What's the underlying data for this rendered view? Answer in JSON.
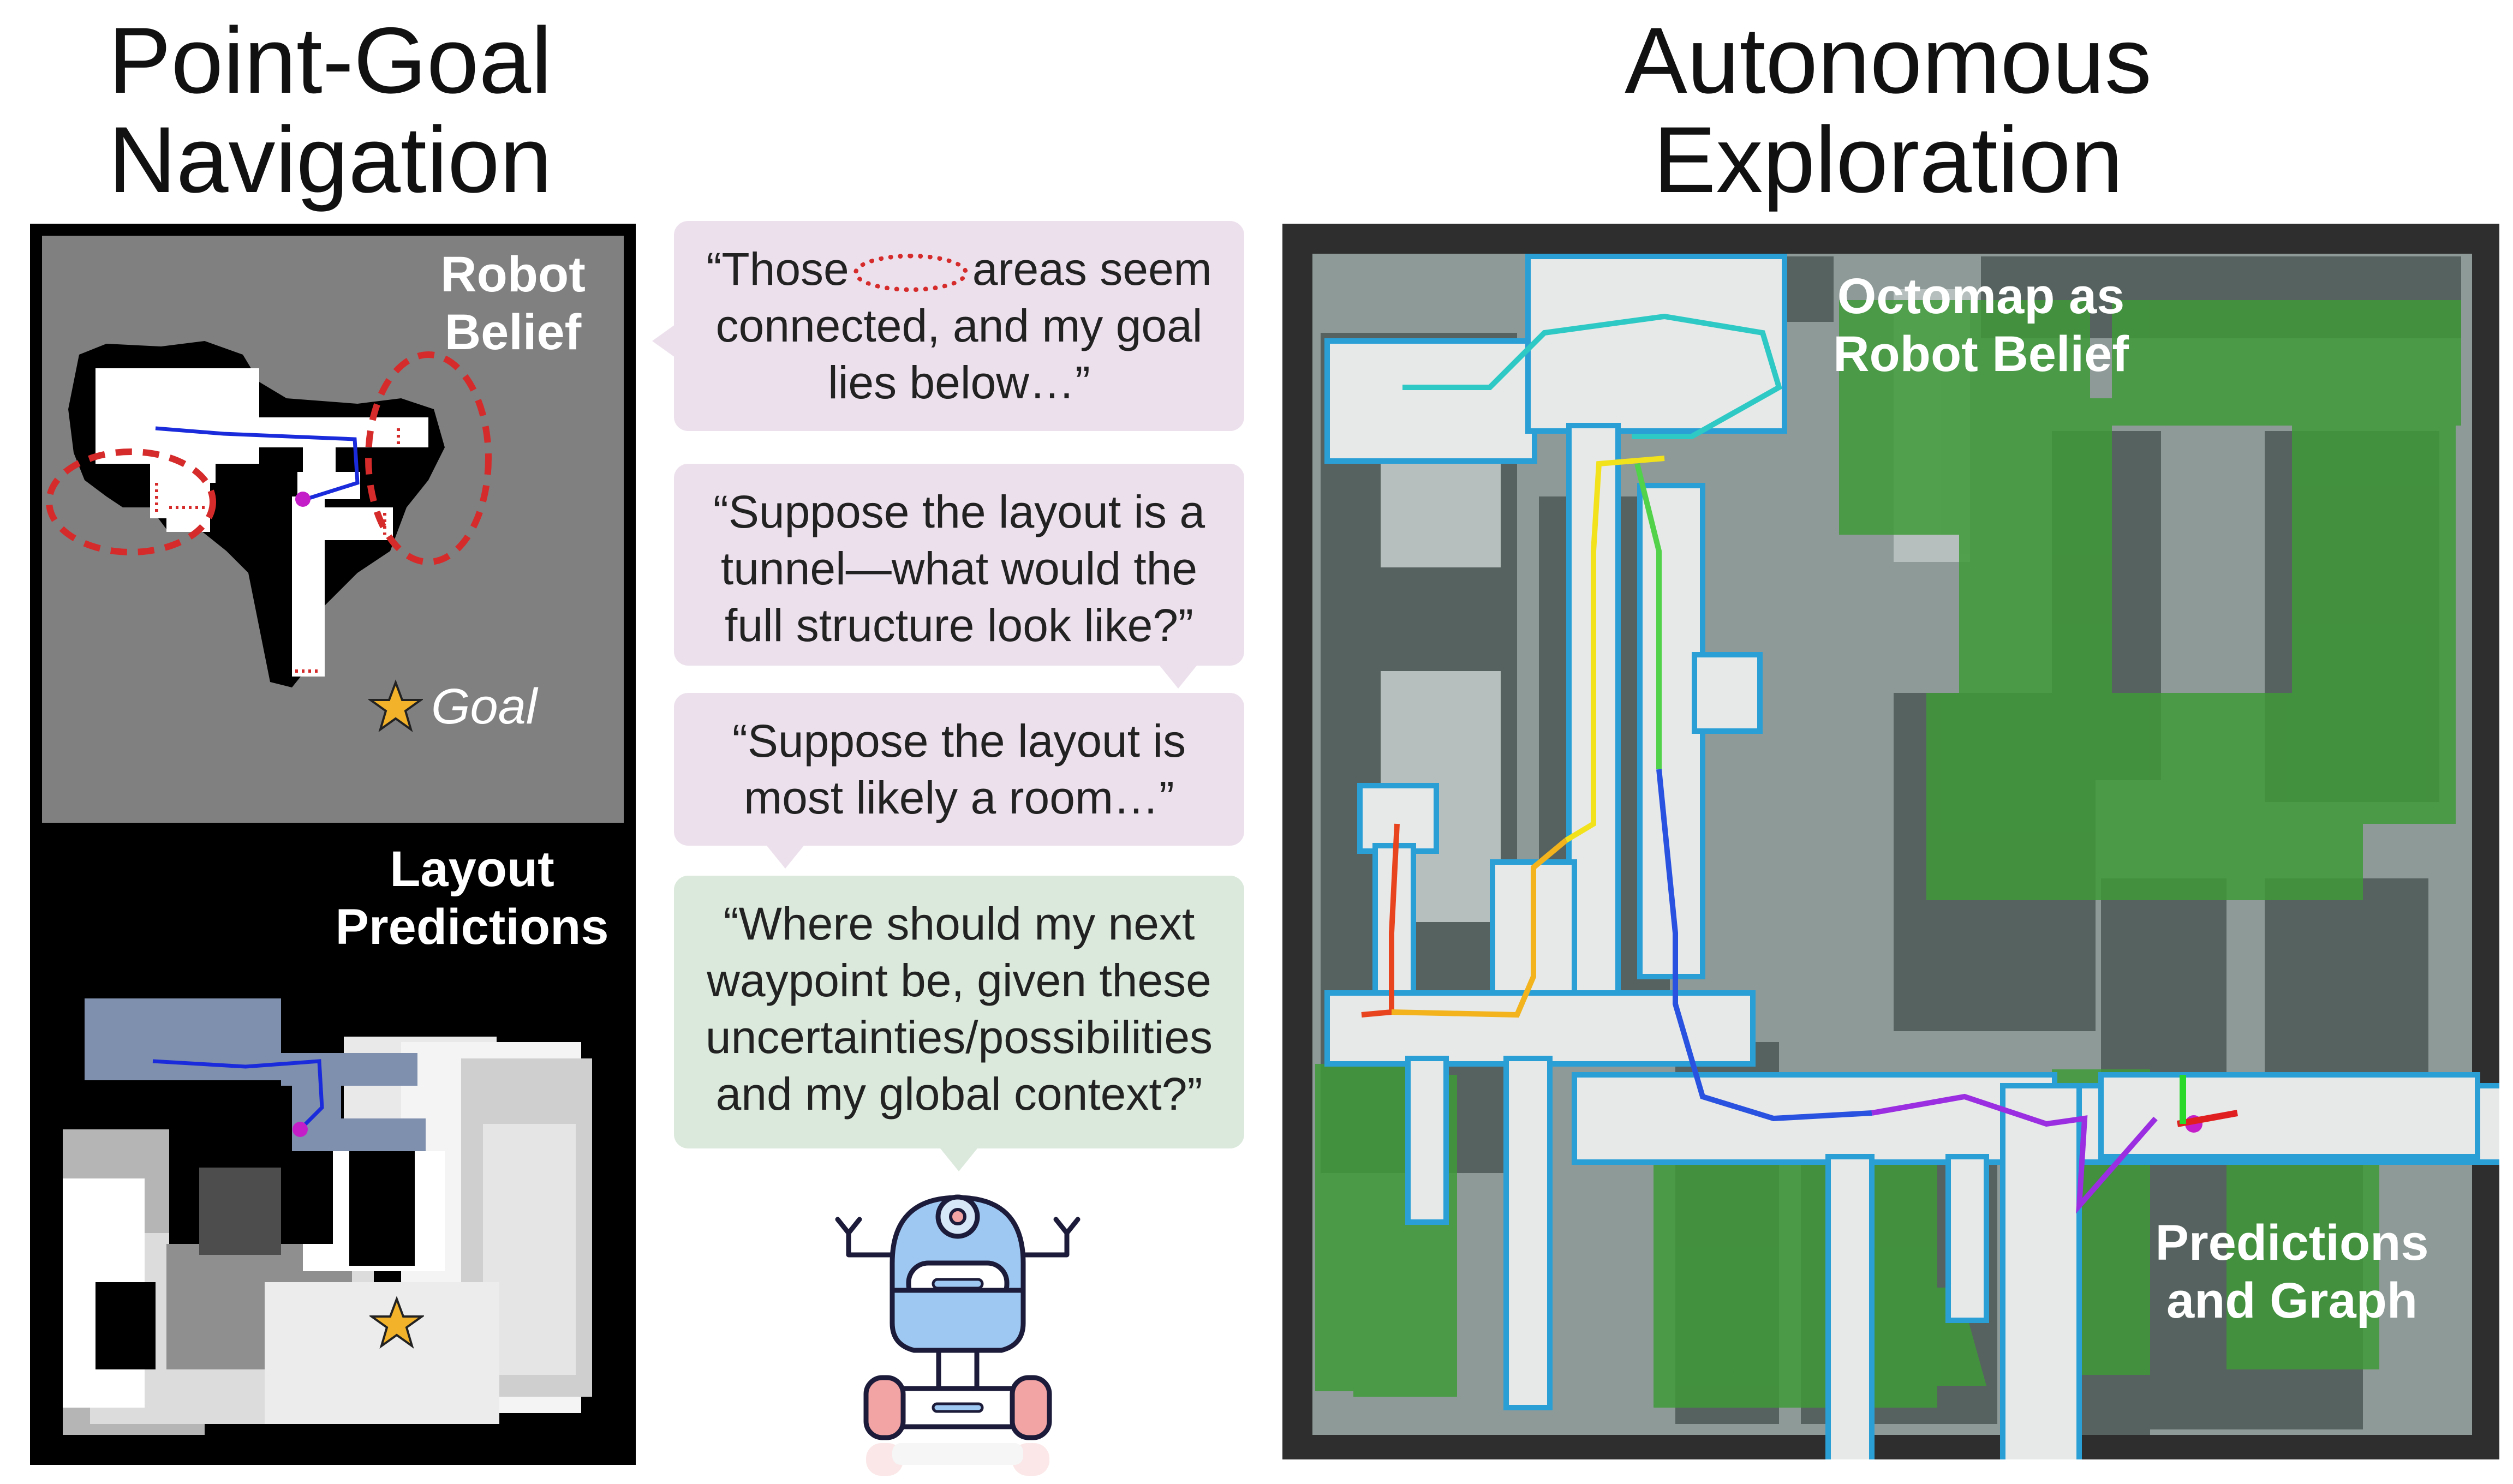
{
  "left_title": [
    "Point-Goal",
    "Navigation"
  ],
  "right_title": [
    "Autonomous",
    "Exploration"
  ],
  "robot_belief": {
    "label": [
      "Robot",
      "Belief"
    ],
    "goal_label": "Goal",
    "goal_icon": "star-icon",
    "goal_color": "#f2b22a"
  },
  "layout_predictions": {
    "label": [
      "Layout",
      "Predictions"
    ]
  },
  "bubbles": [
    {
      "id": "b1",
      "style": "pink",
      "lines": [
        "“Those",
        "areas seem",
        "connected, and my goal",
        "lies below…”"
      ]
    },
    {
      "id": "b2",
      "style": "pink",
      "lines": [
        "“Suppose the layout is a",
        "tunnel—what would the",
        "full structure look like?”"
      ]
    },
    {
      "id": "b3",
      "style": "pink",
      "lines": [
        "“Suppose the layout is",
        "most likely a room…”"
      ]
    },
    {
      "id": "b4",
      "style": "green",
      "lines": [
        "“Where should my next",
        "waypoint be, given these",
        "uncertainties/possibilities",
        "and my global context?”"
      ]
    }
  ],
  "exploration": {
    "octomap_label": [
      "Octomap as",
      "Robot Belief"
    ],
    "graph_label": [
      "Predictions",
      "and Graph"
    ]
  },
  "colors": {
    "belief_bg": "#808080",
    "panel_bg": "#000000",
    "dashed_region": "#d62b2b",
    "path": "#1a2bdc",
    "robot_marker": "#c41ec8",
    "graph_green": "#3f9a3a",
    "pink_bubble": "#ece0ec",
    "green_bubble": "#dbe9dc",
    "robot_blue": "#9ec8f2",
    "robot_wheel": "#f2a3a3"
  },
  "robot_icon": "robot-icon"
}
